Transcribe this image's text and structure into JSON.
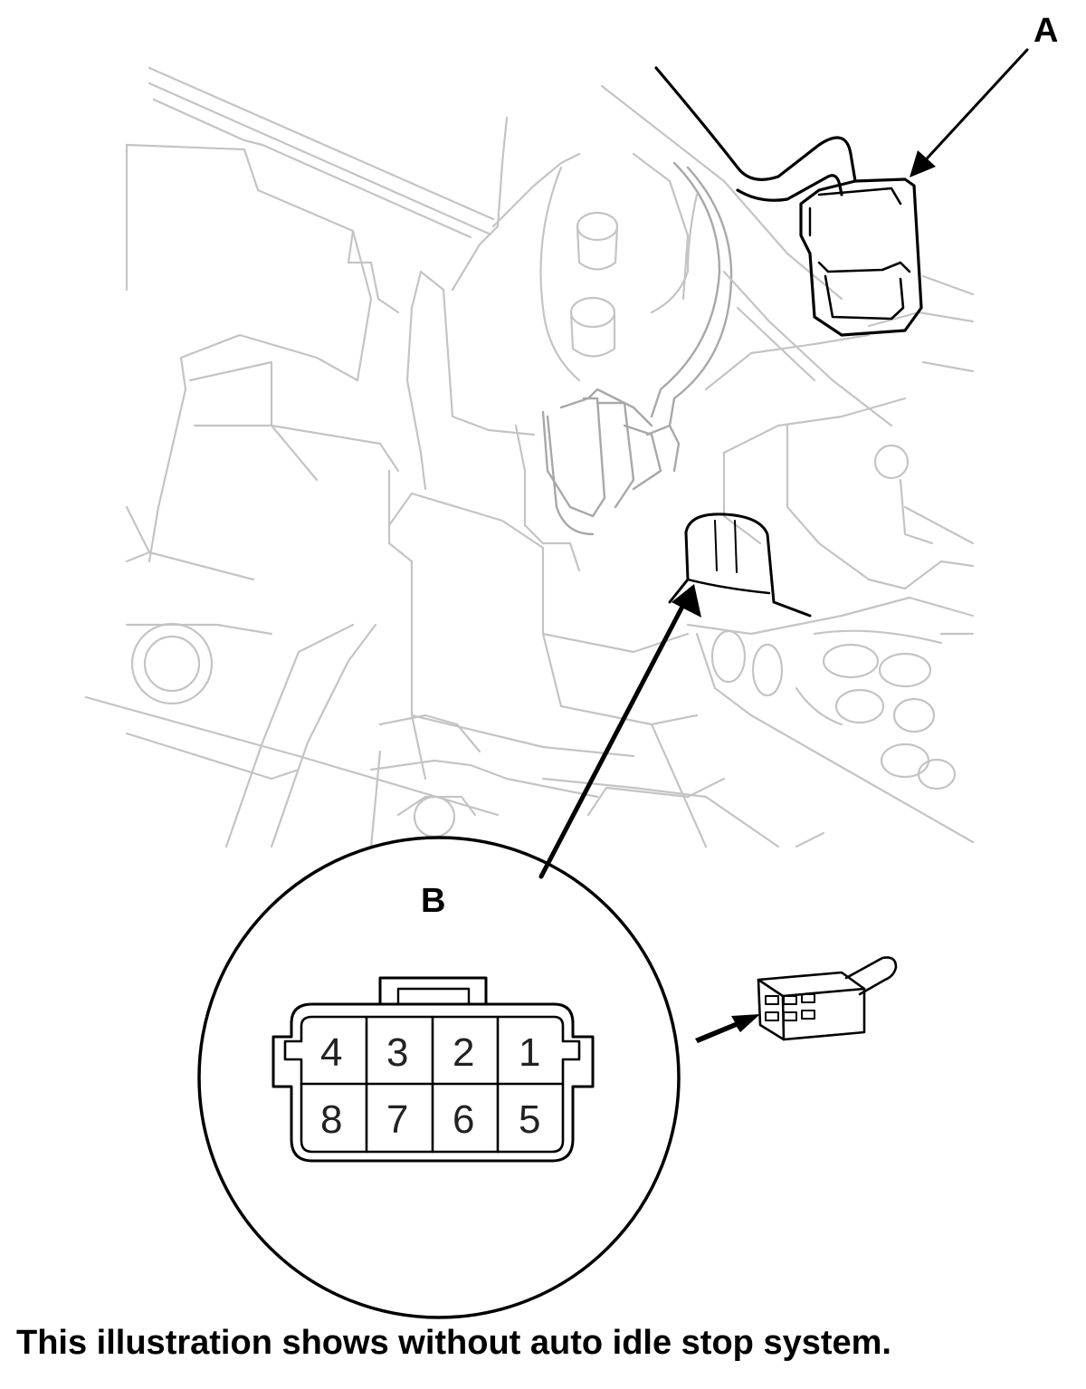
{
  "labels": {
    "callout_a": "A",
    "callout_b": "B"
  },
  "connector_b": {
    "pins_top_row": [
      "4",
      "3",
      "2",
      "1"
    ],
    "pins_bottom_row": [
      "8",
      "7",
      "6",
      "5"
    ]
  },
  "caption": "This illustration shows without auto idle stop system.",
  "colors": {
    "background_linework": "#c4c4c4",
    "callout_ink": "#000000"
  }
}
